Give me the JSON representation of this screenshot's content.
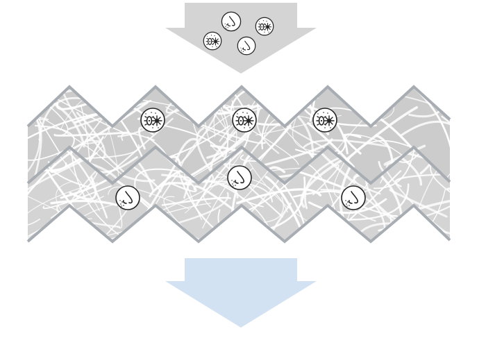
{
  "colors": {
    "background": "#ffffff",
    "inflow_arrow": "#d4d4d4",
    "outflow_arrow": "#d2e2f3",
    "filter_fill": "#cccccc",
    "filter_border": "#a8adb3",
    "fibers": "#ffffff",
    "badge_fill": "#ffffff",
    "badge_stroke": "#222222"
  },
  "inflow_particles": [
    {
      "kind": "smell",
      "icon": "nose-icon"
    },
    {
      "kind": "microbe",
      "icon": "microbe-icon"
    },
    {
      "kind": "microbe",
      "icon": "microbe-icon"
    },
    {
      "kind": "smell",
      "icon": "nose-icon"
    }
  ],
  "filter_layers": [
    {
      "layer": "upper",
      "traps": "microbe",
      "icon": "microbe-icon",
      "count": 3
    },
    {
      "layer": "lower",
      "traps": "smell",
      "icon": "nose-icon",
      "count": 3
    }
  ]
}
